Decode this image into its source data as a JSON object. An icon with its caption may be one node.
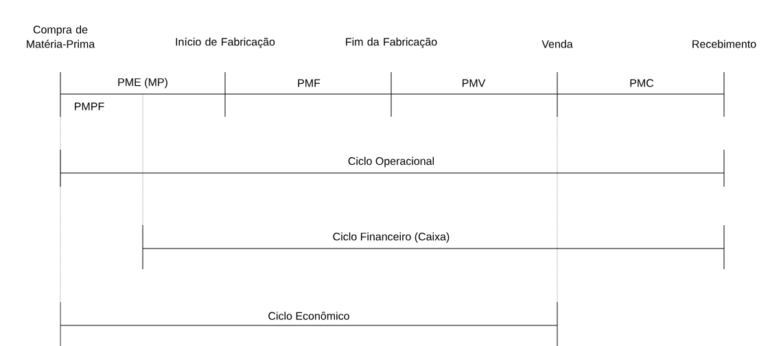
{
  "diagram": {
    "labels": [
      "Compra de Matéria-Prima",
      "Início de Fabricação",
      "Fim da Fabricação",
      "Venda",
      "Recebimento",
      "PME (MP)",
      "PMF",
      "PMV",
      "PMC",
      "PMPF",
      "Ciclo Operacional",
      "Ciclo Financeiro (Caixa)",
      "Ciclo Econômico"
    ]
  }
}
